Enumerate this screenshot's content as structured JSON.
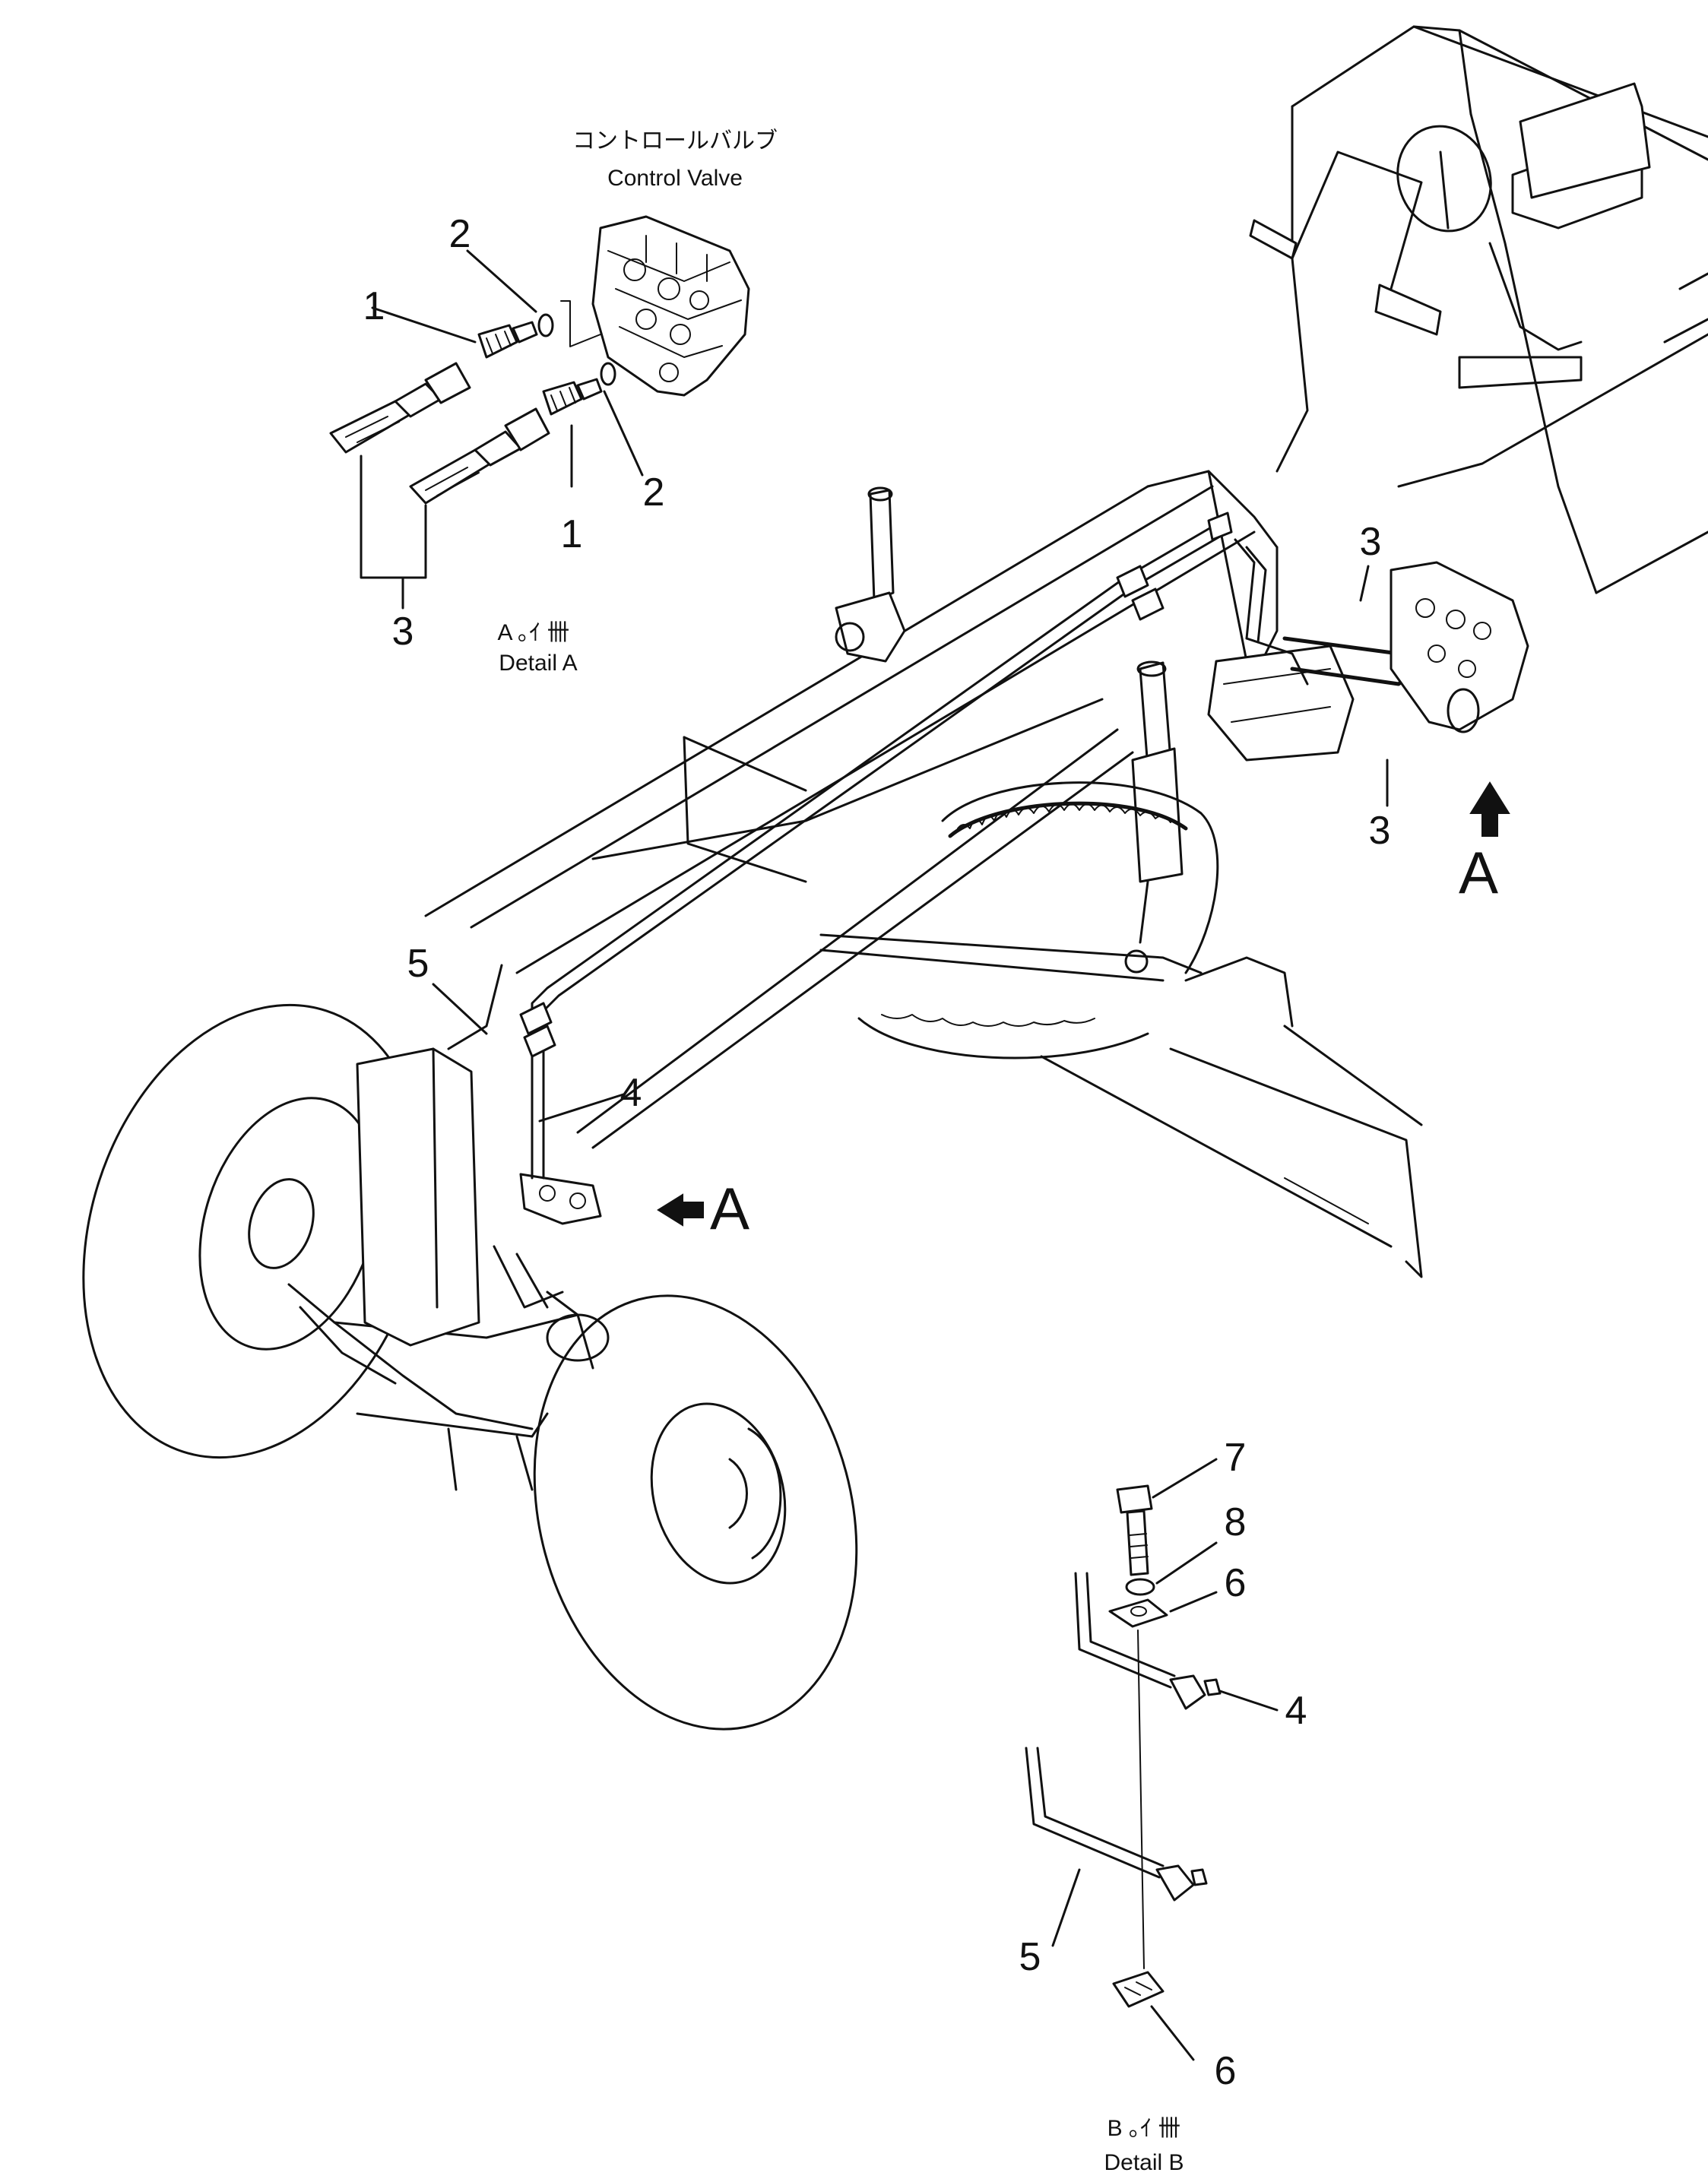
{
  "control_valve": {
    "jp_label": "コントロールバルブ",
    "en_label": "Control Valve"
  },
  "detail_a": {
    "jp_label": "A ｡ｲ 卌",
    "en_label": "Detail A"
  },
  "detail_b": {
    "jp_label": "B ｡ｲ 卌",
    "en_label": "Detail B"
  },
  "view_arrow_letter": "A",
  "callouts": {
    "a1_top": "1",
    "a1_bottom": "1",
    "a2_top": "2",
    "a2_bottom": "2",
    "a3": "3",
    "main3_top": "3",
    "main3_bottom": "3",
    "main4": "4",
    "main5": "5",
    "b7": "7",
    "b8": "8",
    "b6_top": "6",
    "b4": "4",
    "b5": "5",
    "b6_bottom": "6"
  }
}
